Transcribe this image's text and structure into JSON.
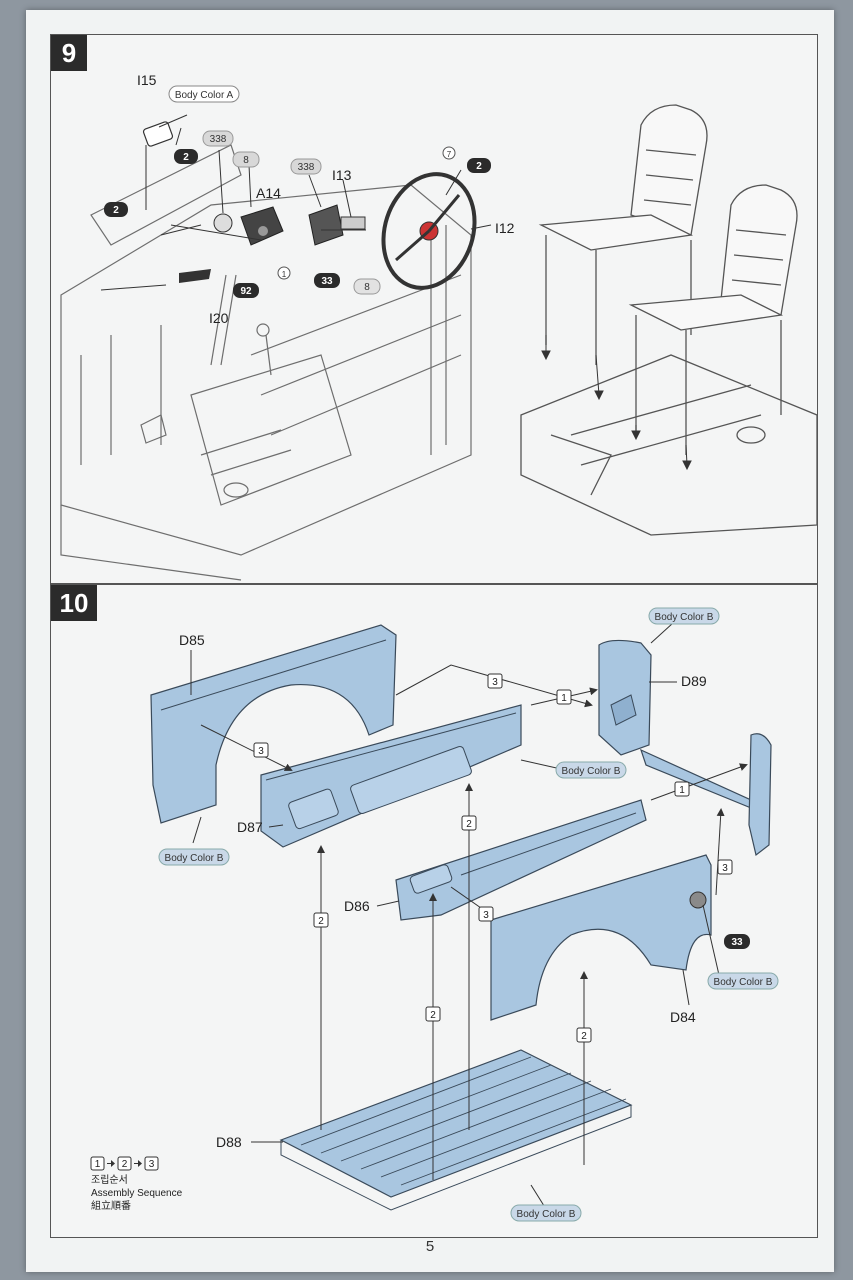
{
  "page_number": "5",
  "step9": {
    "number": "9",
    "parts": {
      "i15": "I15",
      "a14": "A14",
      "i13": "I13",
      "i12": "I12",
      "i20": "I20"
    },
    "color_callouts": {
      "body_color_a": "Body Color A",
      "c338_a": "338",
      "c8_a": "8",
      "c338_b": "338",
      "c2_a": "2",
      "c2_b": "2",
      "c2_c": "2",
      "c92": "92",
      "c33": "33",
      "c8_b": "8"
    },
    "markers": {
      "m1": "1",
      "m7": "7"
    }
  },
  "step10": {
    "number": "10",
    "parts": {
      "d85": "D85",
      "d87": "D87",
      "d86": "D86",
      "d88": "D88",
      "d89": "D89",
      "d84": "D84"
    },
    "color_callouts": {
      "body_color_b": "Body Color B",
      "c33": "33"
    },
    "sequence_markers": {
      "s1": "1",
      "s2": "2",
      "s3": "3"
    },
    "legend": {
      "seq_1": "1",
      "seq_2": "2",
      "seq_3": "3",
      "korean": "조립순서",
      "english": "Assembly Sequence",
      "japanese": "組立順番"
    }
  },
  "colors": {
    "part_fill": "#a9c6e0",
    "part_stroke": "#3a4a5a",
    "line_art": "#777777",
    "callout_dark": "#2b2b2b",
    "callout_light": "#c9d8e8"
  }
}
